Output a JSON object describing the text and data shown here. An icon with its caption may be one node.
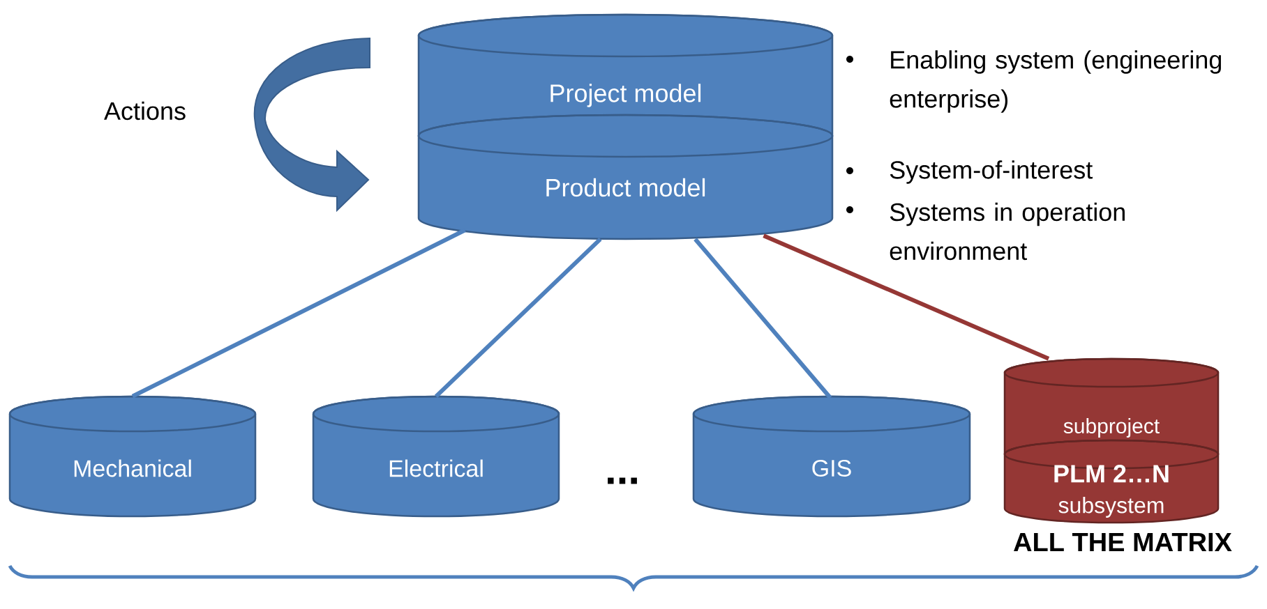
{
  "diagram": {
    "nodes": [
      {
        "text": [
          "Project model"
        ]
      },
      {
        "text": [
          "Product model"
        ]
      },
      {
        "text": [
          "Mechanical"
        ]
      },
      {
        "text": [
          "Electrical"
        ]
      },
      {
        "text": [
          "GIS"
        ]
      },
      {
        "text": [
          "subproject"
        ]
      },
      {
        "text": [
          "PLM 2…N",
          "subsystem"
        ]
      }
    ],
    "edges": [
      {
        "from": 1,
        "to": 2,
        "arrow": "none"
      },
      {
        "from": 1,
        "to": 3,
        "arrow": "none"
      },
      {
        "from": 1,
        "to": 4,
        "arrow": "none"
      },
      {
        "from": 1,
        "to": 5,
        "arrow": "none",
        "color": "#953735"
      }
    ],
    "labels": [
      "Actions",
      "Enabling system (engineering enterprise)",
      "System-of-interest",
      "Systems in operation environment",
      "...",
      "ALL THE MATRIX"
    ]
  }
}
